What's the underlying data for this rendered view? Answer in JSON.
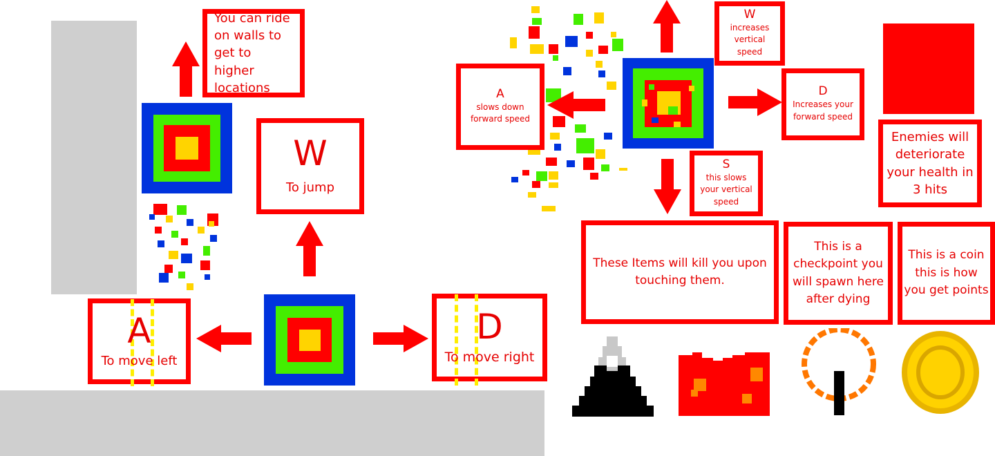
{
  "colors": {
    "red": "#ff0000",
    "blue": "#0033dd",
    "green": "#44ee00",
    "yellow": "#ffd400",
    "wall": "#c8c8c8"
  },
  "left_panel": {
    "wallride": {
      "text": "You can ride on walls to get to higher locations"
    },
    "jump": {
      "key": "W",
      "desc": "To jump"
    },
    "left": {
      "key": "A",
      "desc": "To move left"
    },
    "right": {
      "key": "D",
      "desc": "To move right"
    }
  },
  "right_panel": {
    "w": {
      "key": "W",
      "desc": "increases vertical speed"
    },
    "a": {
      "key": "A",
      "desc": "slows down forward speed"
    },
    "d": {
      "key": "D",
      "desc": "Increases your forward speed"
    },
    "s": {
      "key": "S",
      "desc": "this slows your vertical speed"
    },
    "enemies": {
      "text": "Enemies will deteriorate your health in 3 hits"
    },
    "hazards": {
      "text": "These Items will kill you upon touching them."
    },
    "checkpoint": {
      "text": "This is a checkpoint you will spawn here after dying"
    },
    "coin": {
      "text": "This is a coin this is how you get points"
    }
  },
  "icons": [
    "player-cube-icon",
    "arrow-up-icon",
    "arrow-left-icon",
    "arrow-right-icon",
    "arrow-down-icon",
    "spike-hazard-icon",
    "lava-hazard-icon",
    "checkpoint-icon",
    "coin-icon",
    "enemy-icon"
  ]
}
